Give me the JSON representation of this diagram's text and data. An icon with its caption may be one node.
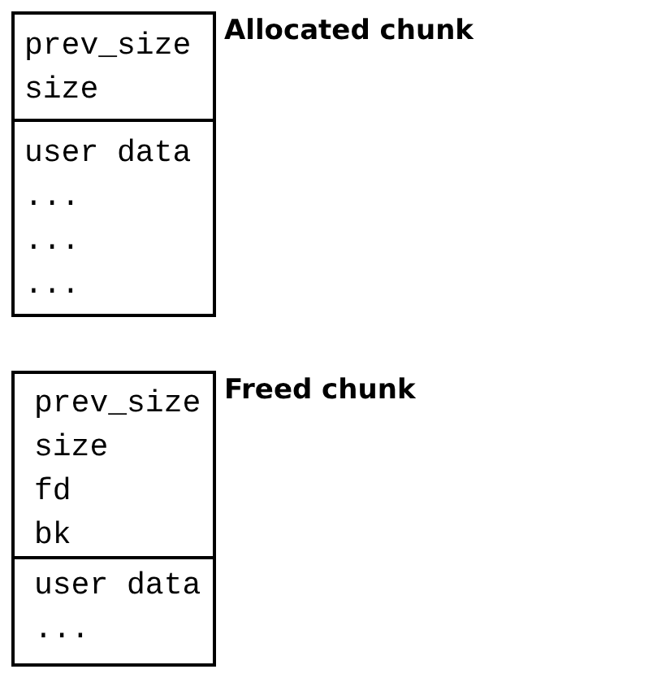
{
  "diagram": {
    "nodes": [
      {
        "text": [
          "Allocated chunk"
        ]
      },
      {
        "text": [
          "prev_size",
          "size"
        ],
        "in": 0
      },
      {
        "text": [
          "user data",
          "...",
          "...",
          "..."
        ],
        "in": 0
      },
      {
        "text": [
          "Freed chunk"
        ]
      },
      {
        "text": [
          "prev_size",
          "size",
          "fd",
          "bk"
        ],
        "in": 3
      },
      {
        "text": [
          "user data",
          "..."
        ],
        "in": 3
      }
    ]
  }
}
